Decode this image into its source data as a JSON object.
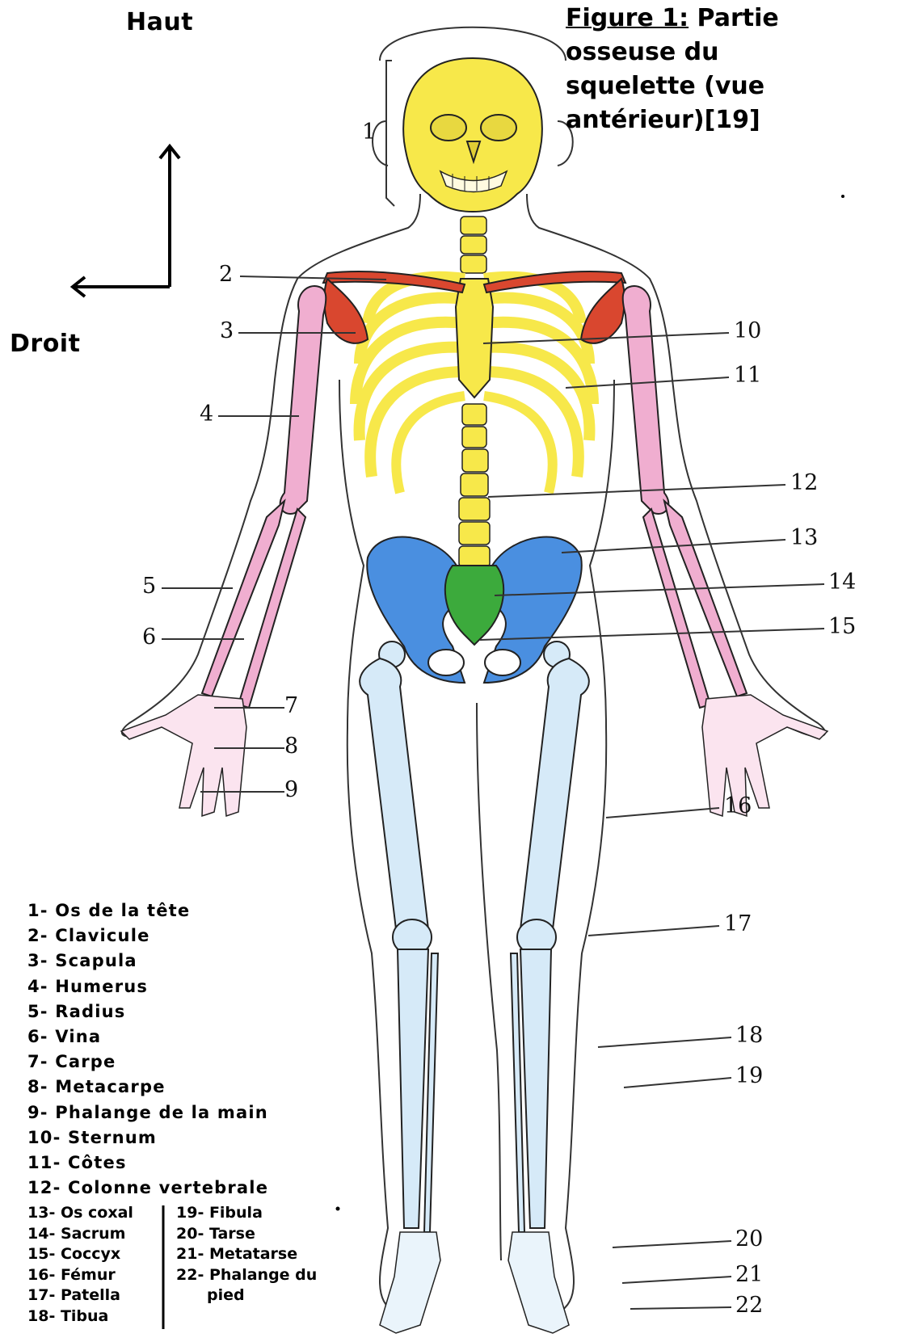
{
  "orientation": {
    "up_label": "Haut",
    "right_label": "Droit"
  },
  "title": {
    "figure_label": "Figure 1:",
    "line1_rest": " Partie",
    "line2": "osseuse du",
    "line3": "squelette (vue",
    "line4": "antérieur)[19]"
  },
  "callout_numbers": [
    "1",
    "2",
    "3",
    "4",
    "5",
    "6",
    "7",
    "8",
    "9",
    "10",
    "11",
    "12",
    "13",
    "14",
    "15",
    "16",
    "17",
    "18",
    "19",
    "20",
    "21",
    "22"
  ],
  "legend_main": [
    "1- Os de la tête",
    "2- Clavicule",
    "3- Scapula",
    "4- Humerus",
    "5- Radius",
    "6- Vina",
    "7- Carpe",
    "8- Metacarpe",
    "9- Phalange de la main",
    "10- Sternum",
    "11- Côtes",
    "12- Colonne vertebrale"
  ],
  "legend_left": [
    "13- Os coxal",
    "14- Sacrum",
    "15- Coccyx",
    "16- Fémur",
    "17- Patella",
    "18- Tibua"
  ],
  "legend_right": [
    "19- Fibula",
    "20- Tarse",
    "21- Metatarse",
    "22- Phalange du",
    "pied"
  ],
  "colors": {
    "skull_spine_ribs": "#f7e84a",
    "clavicle_scapula": "#d9472f",
    "arm_bones": "#f0aed0",
    "pelvis": "#4a8fe0",
    "sacrum": "#3caa3c",
    "leg_bones": "#d6eaf8",
    "outline": "#222222"
  }
}
